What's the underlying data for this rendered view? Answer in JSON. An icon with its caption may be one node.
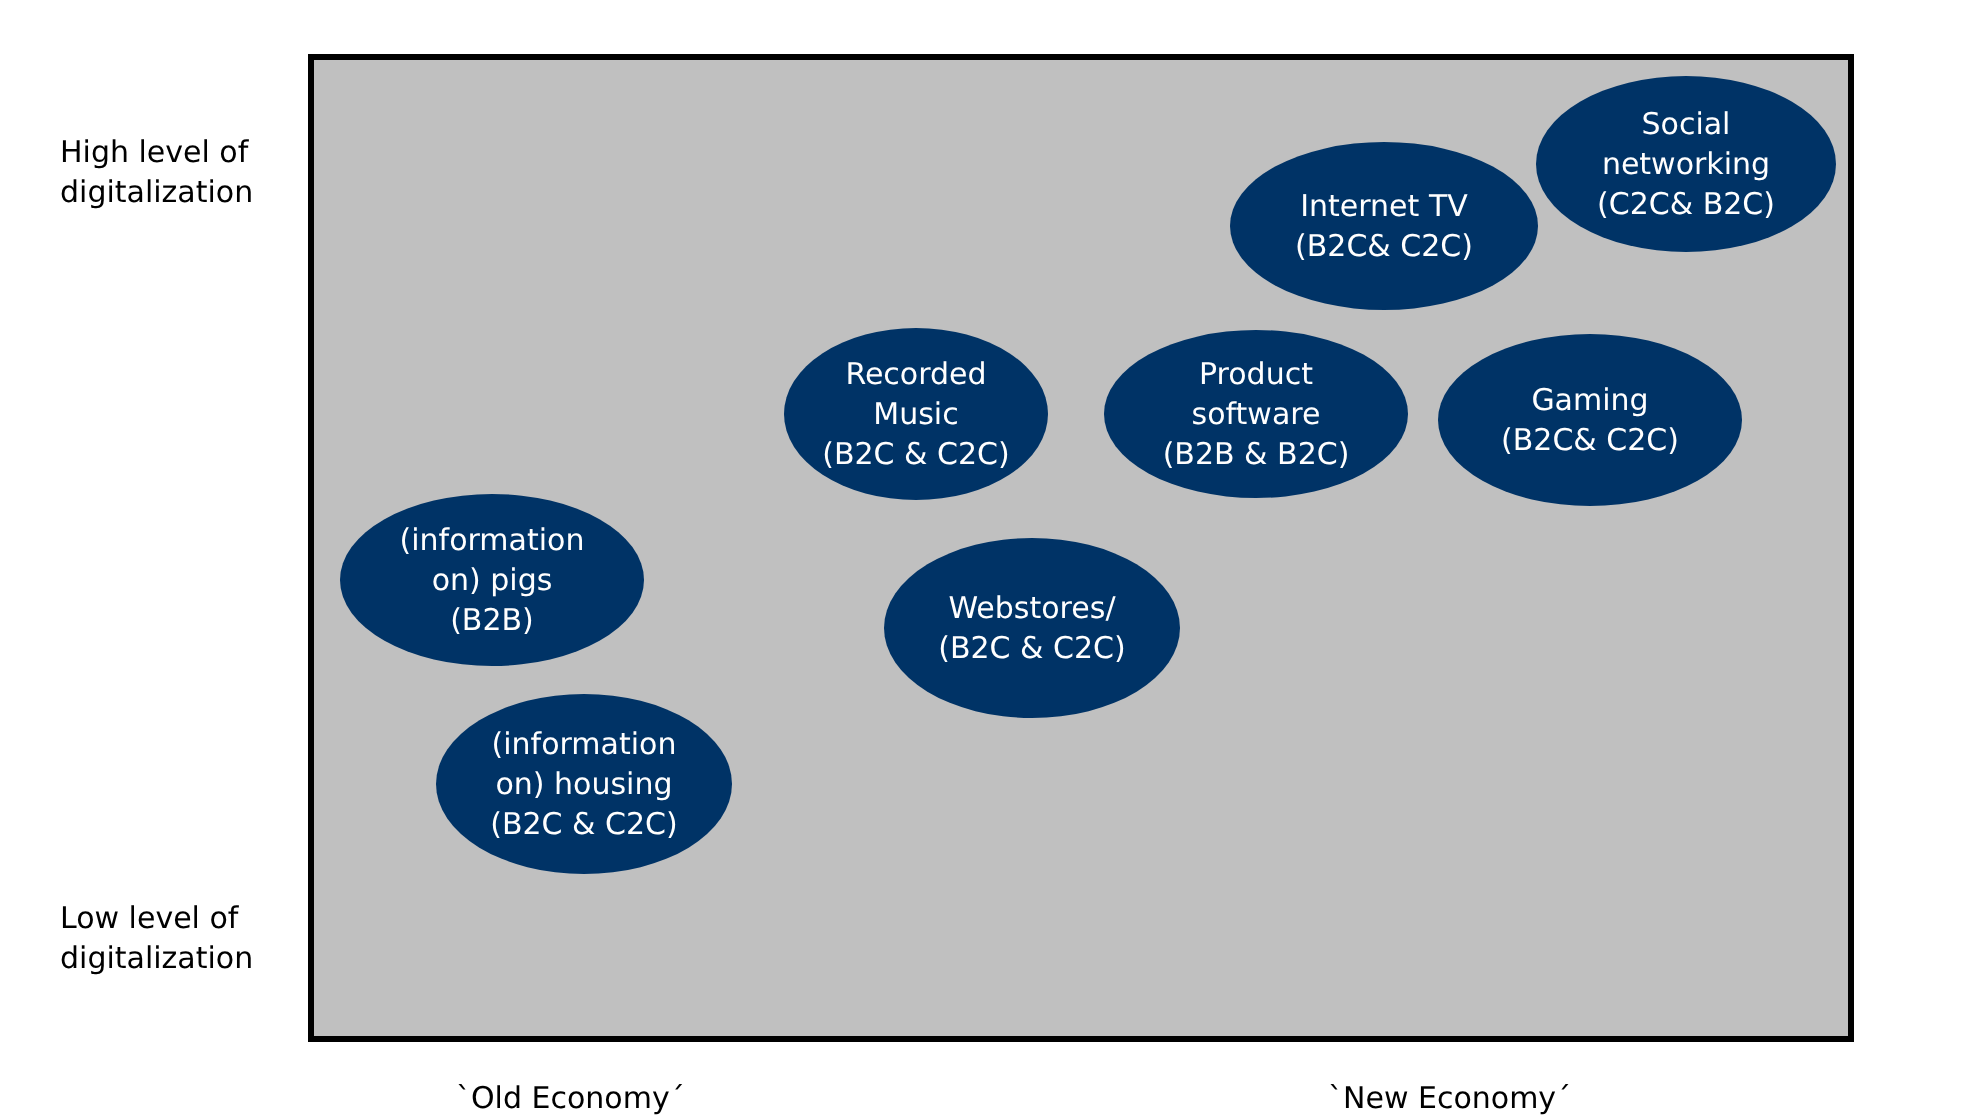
{
  "diagram": {
    "nodes": [
      {
        "text": [
          "Social networking",
          "(C2C& B2C)"
        ]
      },
      {
        "text": [
          "Internet TV",
          "(B2C& C2C)"
        ]
      },
      {
        "text": [
          "Recorded Music",
          "(B2C & C2C)"
        ]
      },
      {
        "text": [
          "Product software",
          "(B2B & B2C)"
        ]
      },
      {
        "text": [
          "Gaming",
          "(B2C& C2C)"
        ]
      },
      {
        "text": [
          "(information on) pigs",
          "(B2B)"
        ]
      },
      {
        "text": [
          "Webstores/",
          "(B2C & C2C)"
        ]
      },
      {
        "text": [
          "(information on) housing",
          "(B2C & C2C)"
        ]
      }
    ],
    "edges": [],
    "labels": [
      "High level of digitalization",
      "Low level of digitalization",
      "`Old Economy´",
      "`New Economy´"
    ]
  }
}
